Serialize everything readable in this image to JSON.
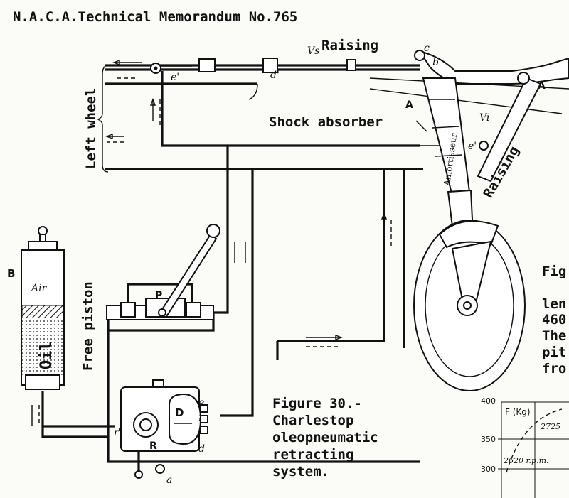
{
  "header": {
    "title": "N.A.C.A.Technical Memorandum No.765"
  },
  "labels": {
    "raising_top": "Raising",
    "raising_side": "Raising",
    "left_wheel": "Left wheel",
    "shock_absorber": "Shock absorber",
    "free_piston": "Free piston",
    "amortisseur": "Amortisseur"
  },
  "reservoir": {
    "letter": "B",
    "air": "Air",
    "oil": "Oil"
  },
  "letters": {
    "vs": "Vs",
    "vi": "Vi",
    "c": "c",
    "b": "b",
    "e_prime": "e'",
    "d_prime": "d'",
    "a_left": "A",
    "a_right": "A",
    "e_rod": "e'",
    "p": "P",
    "d_cap": "D",
    "r_cap": "R",
    "r_small": "r'",
    "e": "e",
    "r": "r",
    "d": "d",
    "a": "a"
  },
  "caption": {
    "line1": "Figure 30.-",
    "line2": "Charlestop",
    "line3": "oleopneumatic",
    "line4": "retracting",
    "line5": "system."
  },
  "cut_text": {
    "fig": "Fig",
    "line1": "len",
    "line2": "460",
    "line3": "The",
    "line4": "pit",
    "line5": "fro"
  },
  "inset_chart": {
    "y_ticks": [
      "400",
      "350",
      "300"
    ],
    "axis_label": "F (Kg)",
    "annotation_1": "2725",
    "annotation_2": "2620 r.p.m."
  }
}
